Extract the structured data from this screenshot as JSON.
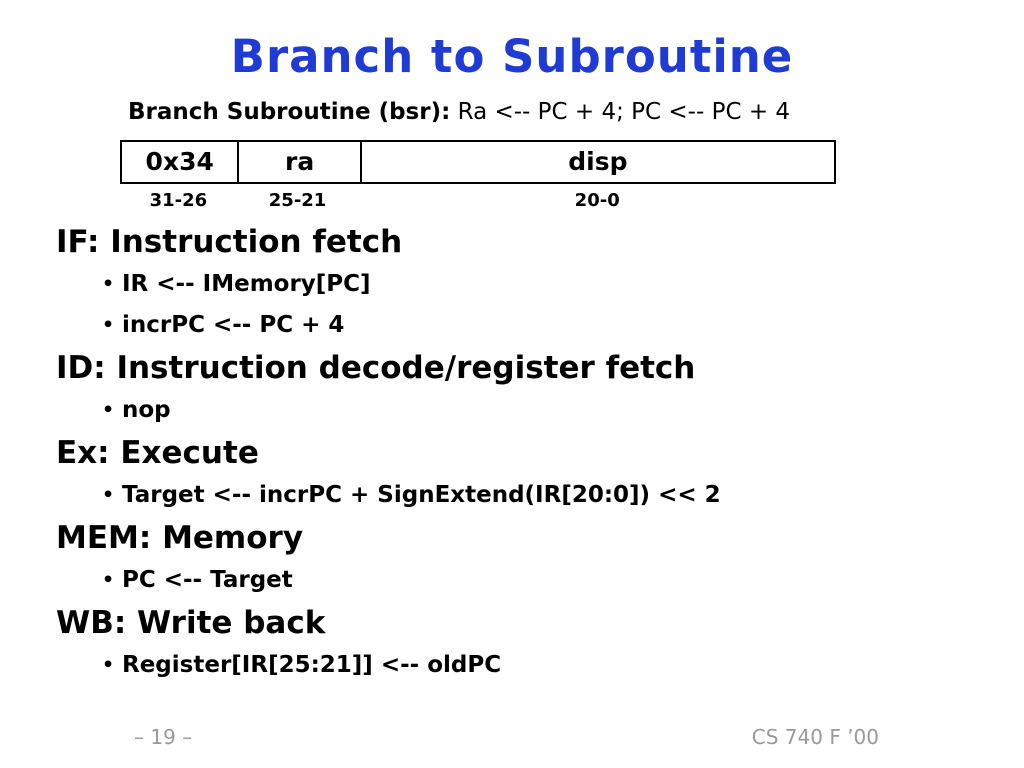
{
  "slide": {
    "title": "Branch to Subroutine",
    "subtitle": {
      "label": "Branch Subroutine (bsr):",
      "rest": " Ra <-- PC + 4; PC <-- PC + 4"
    },
    "bullet_char": "•",
    "format_table": {
      "fields": [
        {
          "name": "0x34",
          "bits": "31-26"
        },
        {
          "name": "ra",
          "bits": "25-21"
        },
        {
          "name": "disp",
          "bits": "20-0"
        }
      ]
    },
    "sections": [
      {
        "heading": "IF: Instruction fetch",
        "bullets": [
          "IR <-- IMemory[PC]",
          "incrPC <-- PC + 4"
        ]
      },
      {
        "heading": "ID: Instruction decode/register fetch",
        "bullets": [
          "nop"
        ]
      },
      {
        "heading": "Ex: Execute",
        "bullets": [
          "Target <-- incrPC + SignExtend(IR[20:0]) << 2"
        ]
      },
      {
        "heading": "MEM: Memory",
        "bullets": [
          "PC <-- Target"
        ]
      },
      {
        "heading": "WB: Write back",
        "bullets": [
          "Register[IR[25:21]] <-- oldPC"
        ]
      }
    ],
    "footer": {
      "page": "– 19 –",
      "course": "CS 740 F ’00"
    },
    "colors": {
      "title_blue": "#1f3bd4",
      "body_text": "#000000",
      "footer_gray": "#999999"
    }
  }
}
